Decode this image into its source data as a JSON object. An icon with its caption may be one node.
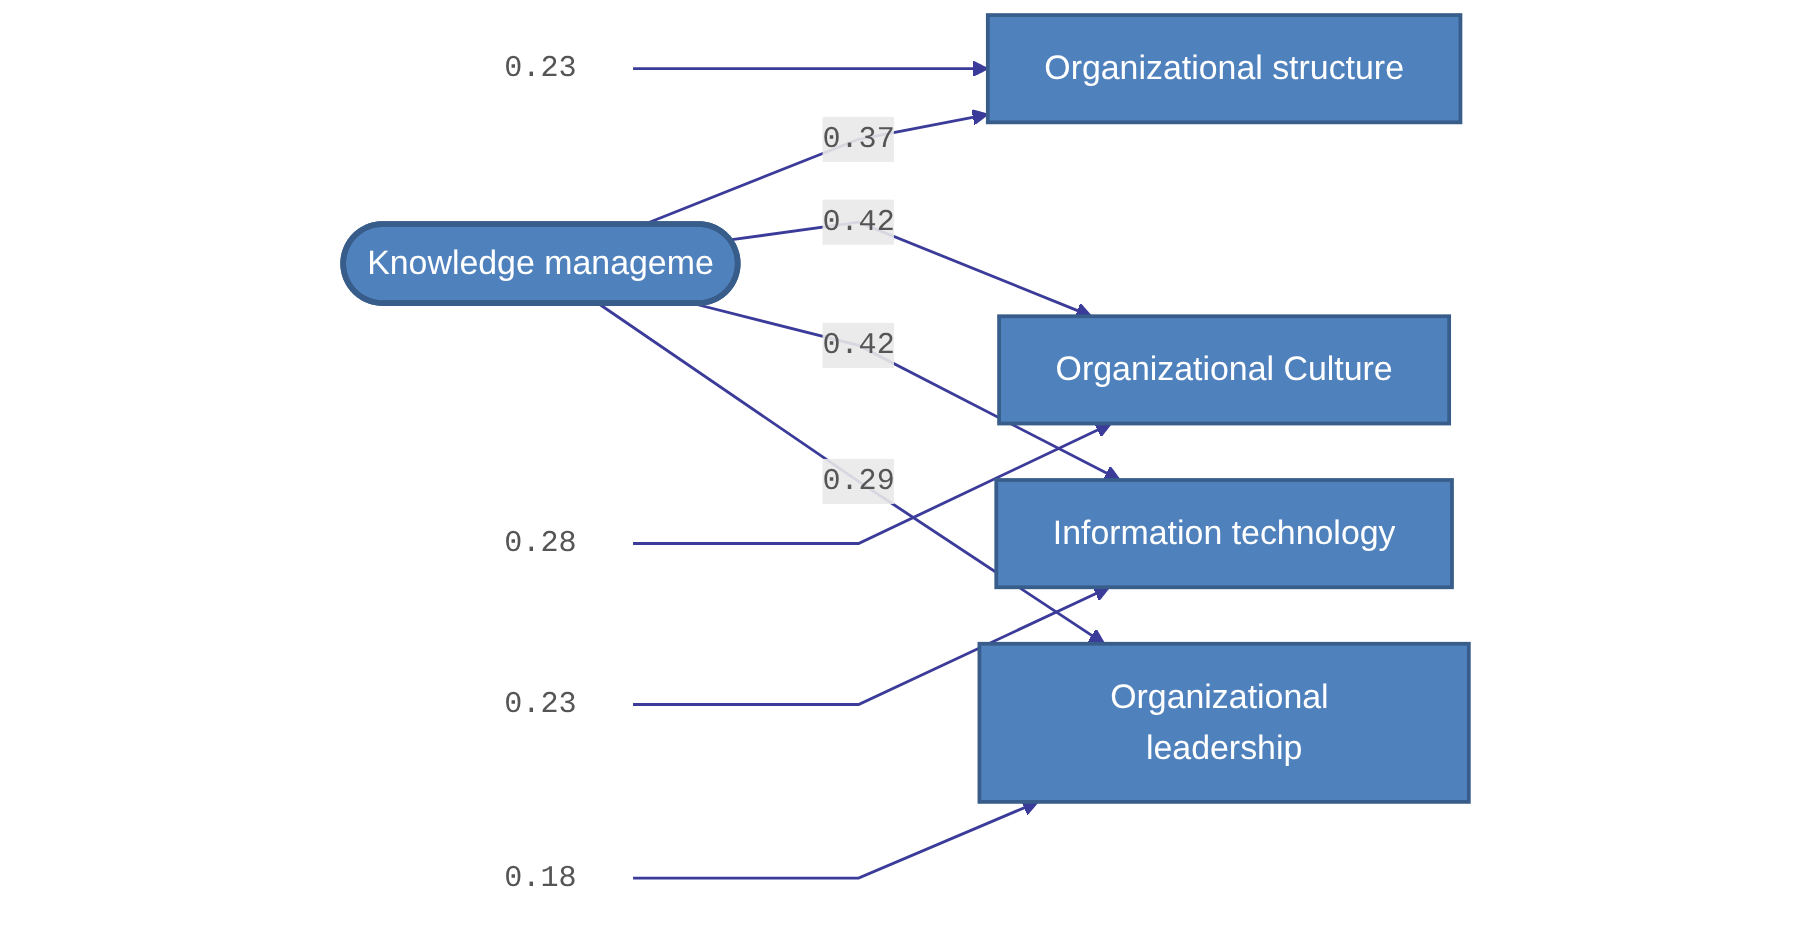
{
  "diagram": {
    "nodes": [
      {
        "text": [
          "Organizational structure"
        ]
      },
      {
        "text": [
          "Organizational Culture"
        ]
      },
      {
        "text": [
          "Information technology"
        ]
      },
      {
        "text": [
          "Organizational leadership"
        ]
      },
      {
        "text": [
          "Knowledge manageme"
        ]
      },
      {
        "text": [
          "0.23"
        ]
      },
      {
        "text": [
          "0.28"
        ]
      },
      {
        "text": [
          "0.23"
        ]
      },
      {
        "text": [
          "0.18"
        ]
      }
    ],
    "edges": [
      {
        "from": 4,
        "to": 0,
        "arrow": "to",
        "label": "0.37"
      },
      {
        "from": 4,
        "to": 1,
        "arrow": "to",
        "label": "0.42"
      },
      {
        "from": 4,
        "to": 2,
        "arrow": "to",
        "label": "0.42"
      },
      {
        "from": 4,
        "to": 3,
        "arrow": "to",
        "label": "0.29"
      },
      {
        "from": 5,
        "to": 0,
        "arrow": "to"
      },
      {
        "from": 6,
        "to": 1,
        "arrow": "to"
      },
      {
        "from": 7,
        "to": 2,
        "arrow": "to"
      },
      {
        "from": 8,
        "to": 3,
        "arrow": "to"
      }
    ]
  }
}
